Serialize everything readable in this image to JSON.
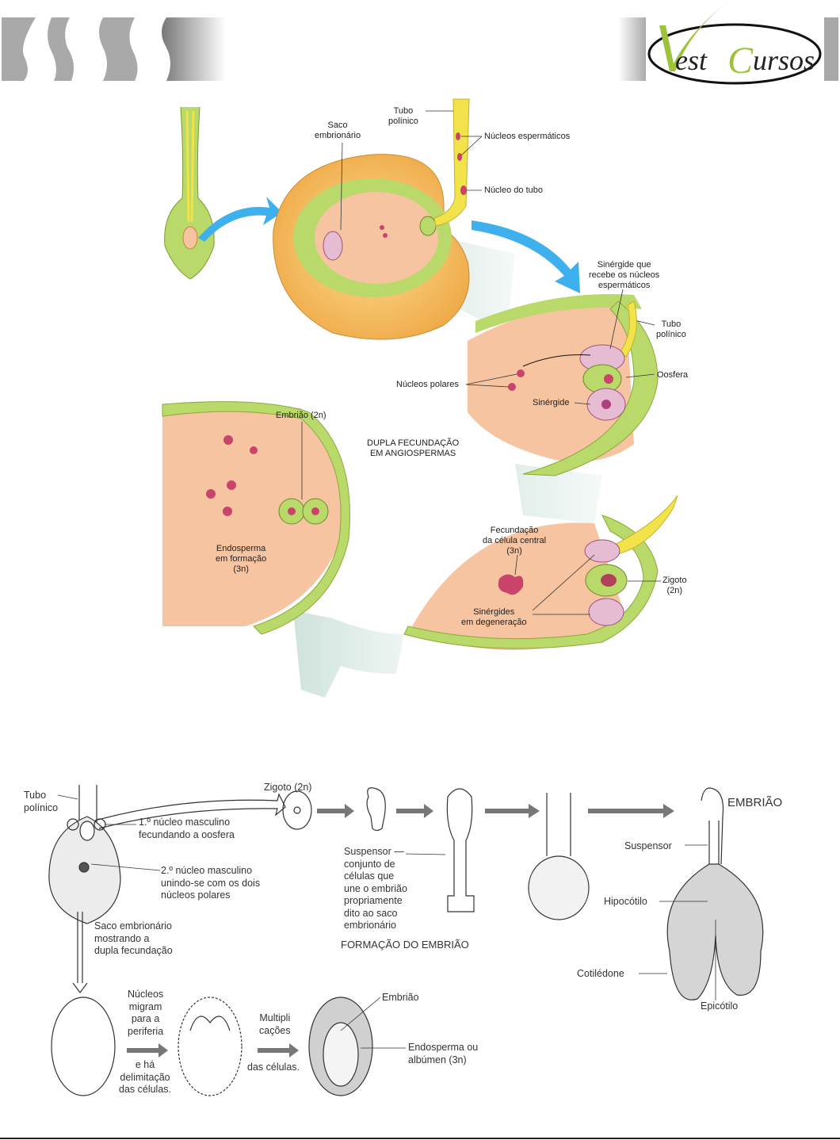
{
  "header": {
    "logo_text": "Vest Cursos",
    "colors": {
      "band_gray": "#a9a9a9",
      "logo_green": "#9dc33b"
    }
  },
  "figure_color": {
    "title": "DUPLA FECUNDAÇÃO\nEM ANGIOSPERMAS",
    "labels": {
      "tubo_polinico_1": "Tubo\npolínico",
      "saco_embrionario": "Saco\nembrionário",
      "nucleos_espermaticos": "Núcleos espermáticos",
      "nucleo_do_tubo": "Núcleo do tubo",
      "sinergide_que_recebe": "Sinérgide que\nrecebe os núcleos\nespermáticos",
      "tubo_polinico_2": "Tubo\npolínico",
      "oosfera": "Oosfera",
      "nucleos_polares": "Núcleos polares",
      "sinergide": "Sinérgide",
      "embriao_2n": "Embrião (2n)",
      "endosperma_em_formacao": "Endosperma\nem formação\n(3n)",
      "fecundacao_celula_central": "Fecundação\nda célula central\n(3n)",
      "zigoto_2n": "Zigoto\n(2n)",
      "sinergides_degeneracao": "Sinérgides\nem degeneração"
    },
    "colors": {
      "tissue_orange": "#f4b557",
      "sac_interior": "#f6c4a0",
      "cell_green": "#b9d96a",
      "nucleus": "#c8446a",
      "arrow_blue": "#3fb0ee",
      "tube_yellow": "#f3e34a"
    }
  },
  "figure_bw": {
    "labels": {
      "tubo_polinico": "Tubo\npolínico",
      "zigoto_2n": "Zigoto (2n)",
      "primeiro_nucleo": "1.º núcleo masculino\nfecundando a oosfera",
      "segundo_nucleo": "2.º núcleo masculino\nunindo-se com os dois\nnúcleos polares",
      "saco_embrionario": "Saco embrionário\nmostrando a\ndupla fecundação",
      "suspensor_desc": "Suspensor —\nconjunto de\ncélulas que\nune o embrião\npropriamente\ndito ao saco\nembrionário",
      "formacao_do_embriao": "FORMAÇÃO DO EMBRIÃO",
      "embriao_title": "EMBRIÃO",
      "suspensor": "Suspensor",
      "hipocotilo": "Hipocótilo",
      "cotiledone": "Cotilédone",
      "epicotilo": "Epicótilo",
      "nucleos_migram": "Núcleos\nmigram\npara a\nperiferia",
      "e_ha_delimitacao": "e há\ndelimitação\ndas células.",
      "multiplicacoes": "Multipli\ncações",
      "das_celulas": "das células.",
      "embriao": "Embrião",
      "endosperma": "Endosperma ou\nalbúmen (3n)"
    }
  }
}
